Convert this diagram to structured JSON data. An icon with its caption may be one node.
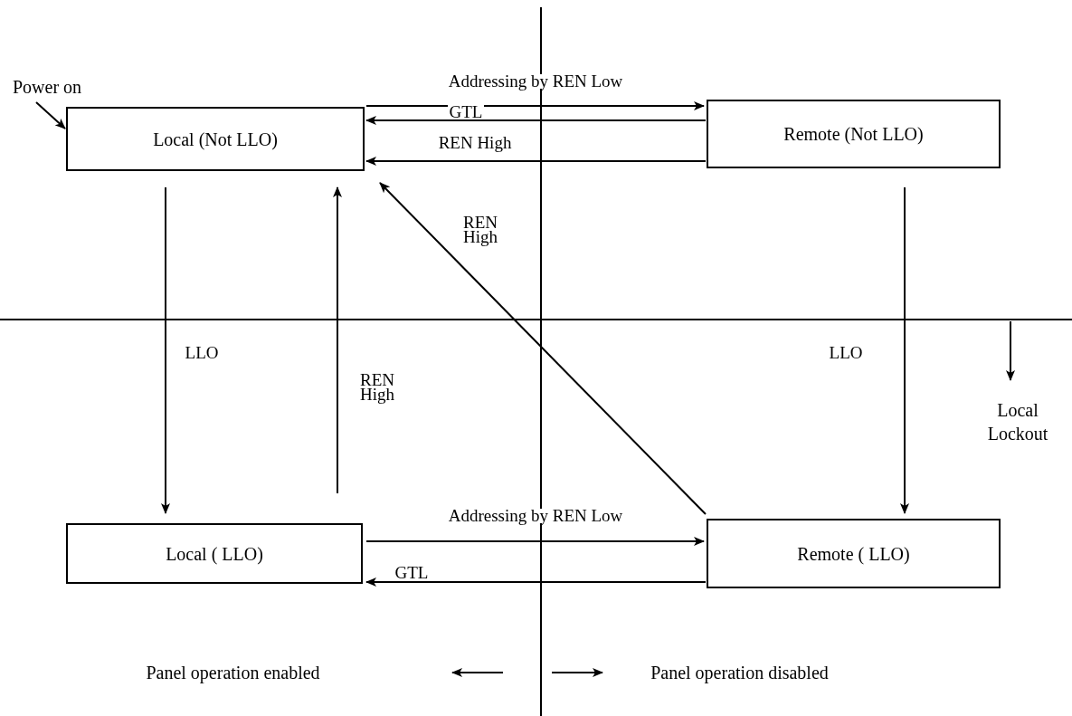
{
  "diagram": {
    "nodes": [
      {
        "text": [
          "Local (Not LLO)"
        ]
      },
      {
        "text": [
          "Remote (Not LLO)"
        ]
      },
      {
        "text": [
          "Local ( LLO)"
        ]
      },
      {
        "text": [
          "Remote ( LLO)"
        ]
      },
      {
        "text": [
          "Power on"
        ]
      }
    ],
    "edges": [
      {
        "from": 4,
        "to": 0,
        "arrow": "to"
      },
      {
        "from": 0,
        "to": 1,
        "arrow": "to",
        "label": "Addressing by REN Low"
      },
      {
        "from": 1,
        "to": 0,
        "arrow": "to",
        "label": "GTL"
      },
      {
        "from": 1,
        "to": 0,
        "arrow": "to",
        "label": "REN High"
      },
      {
        "from": 3,
        "to": 0,
        "arrow": "to",
        "label": "REN High"
      },
      {
        "from": 0,
        "to": 2,
        "arrow": "to",
        "label": "LLO"
      },
      {
        "from": 2,
        "to": 0,
        "arrow": "to",
        "label": "REN High"
      },
      {
        "from": 1,
        "to": 3,
        "arrow": "to",
        "label": "LLO"
      },
      {
        "from": 2,
        "to": 3,
        "arrow": "to",
        "label": "Addressing by REN Low"
      },
      {
        "from": 3,
        "to": 2,
        "arrow": "to",
        "label": "GTL"
      }
    ],
    "labels": [
      "Local Lockout",
      "Panel operation enabled",
      "Panel operation disabled"
    ]
  }
}
